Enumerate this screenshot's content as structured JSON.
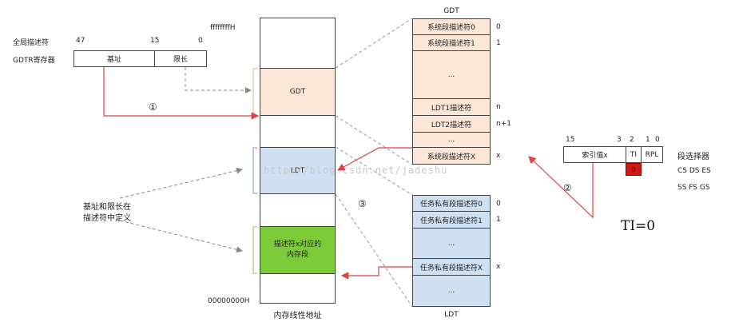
{
  "gdtr": {
    "title": "全局描述符",
    "reg_label": "GDTR寄存器",
    "bit47": "47",
    "bit15": "15",
    "bit0": "0",
    "base": "基址",
    "limit": "限长"
  },
  "memory": {
    "top_addr": "ffffffffH",
    "bottom_addr": "00000000H",
    "caption": "内存线性地址",
    "gdt": "GDT",
    "ldt": "LDT",
    "seg_line1": "描述符x对应的",
    "seg_line2": "内存段"
  },
  "note": {
    "line1": "基址和限长在",
    "line2": "描述符中定义"
  },
  "gdt_table": {
    "title": "GDT",
    "rows": [
      "系统段描述符0",
      "系统段描述符1",
      "...",
      "LDT1描述符",
      "LDT2描述符",
      "...",
      "系统段描述符X"
    ],
    "indices": [
      "0",
      "1",
      "n",
      "n+1",
      "x"
    ]
  },
  "ldt_table": {
    "title": "LDT",
    "rows": [
      "任务私有段描述符0",
      "任务私有段描述符1",
      "...",
      "任务私有段描述符X",
      "..."
    ],
    "indices": [
      "0",
      "1",
      "x"
    ]
  },
  "selector": {
    "bit15": "15",
    "bit3": "3",
    "bit2": "2",
    "bit1": "1",
    "bit0": "0",
    "index": "索引值x",
    "ti": "TI",
    "rpl": "RPL",
    "ti_value": "0",
    "label": "段选择器",
    "regs1": "CS DS ES",
    "regs2": "SS FS GS"
  },
  "ti_note": "TI=0",
  "markers": [
    "①",
    "②",
    "③"
  ],
  "watermark": "http://blog.csdn.net/jadeshu",
  "colors": {
    "gdt_fill": "#fbe6d8",
    "ldt_fill": "#cfe0f3",
    "seg_fill": "#7ccc3a",
    "arrow_red": "#d94545",
    "dash_gray": "#888888",
    "ti_red": "#d01818"
  }
}
